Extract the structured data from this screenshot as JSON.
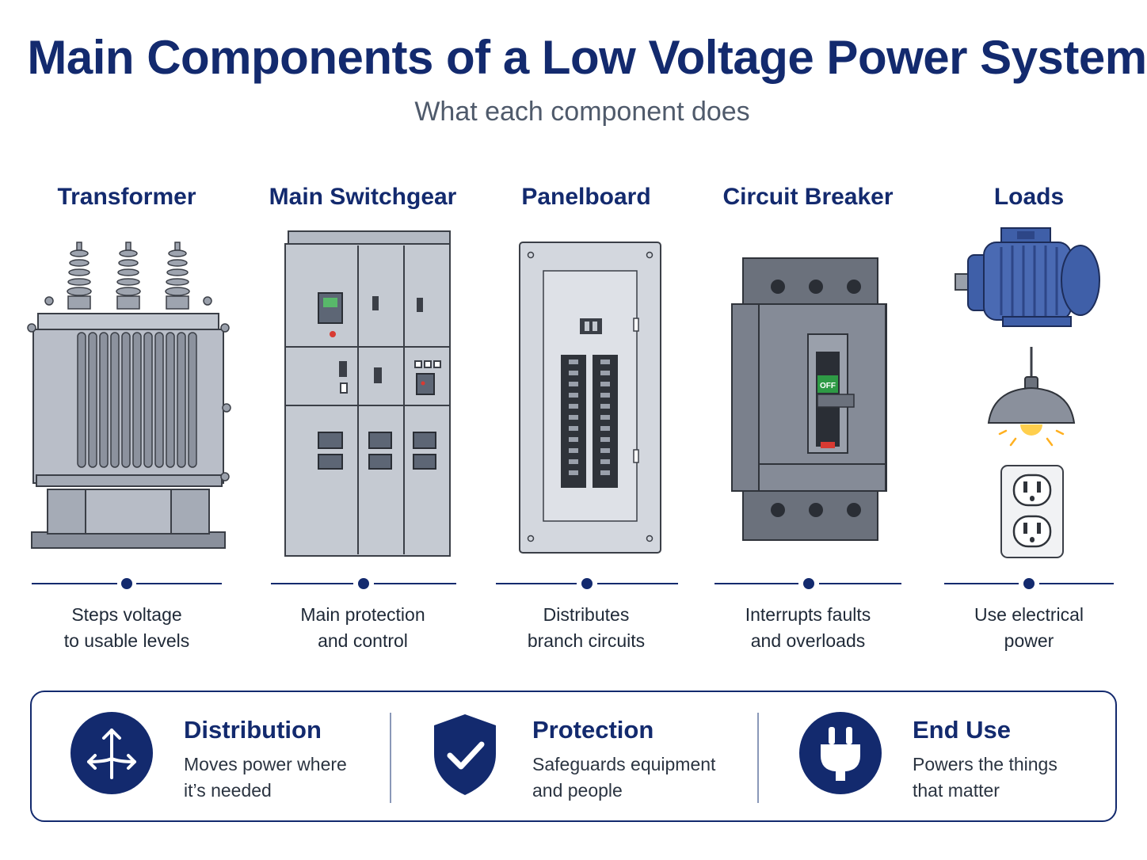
{
  "header": {
    "title": "Main Components of a Low Voltage Power System",
    "subtitle": "What each component does"
  },
  "components": [
    {
      "name": "Transformer",
      "desc_line1": "Steps voltage",
      "desc_line2": "to usable levels"
    },
    {
      "name": "Main Switchgear",
      "desc_line1": "Main protection",
      "desc_line2": "and control"
    },
    {
      "name": "Panelboard",
      "desc_line1": "Distributes",
      "desc_line2": "branch circuits"
    },
    {
      "name": "Circuit Breaker",
      "desc_line1": "Interrupts faults",
      "desc_line2": "and overloads"
    },
    {
      "name": "Loads",
      "desc_line1": "Use electrical",
      "desc_line2": "power"
    }
  ],
  "breaker_label": "OFF",
  "features": [
    {
      "title": "Distribution",
      "line1": "Moves power where",
      "line2": "it’s needed",
      "icon": "arrows-split-icon"
    },
    {
      "title": "Protection",
      "line1": "Safeguards equipment",
      "line2": "and people",
      "icon": "shield-check-icon"
    },
    {
      "title": "End Use",
      "line1": "Powers the things",
      "line2": "that matter",
      "icon": "plug-icon"
    }
  ],
  "colors": {
    "navy": "#132a6e",
    "steel": "#8f96a3",
    "motor_blue": "#3f5fa8",
    "off_green": "#2e9a45",
    "indicator_red": "#d83a32"
  }
}
